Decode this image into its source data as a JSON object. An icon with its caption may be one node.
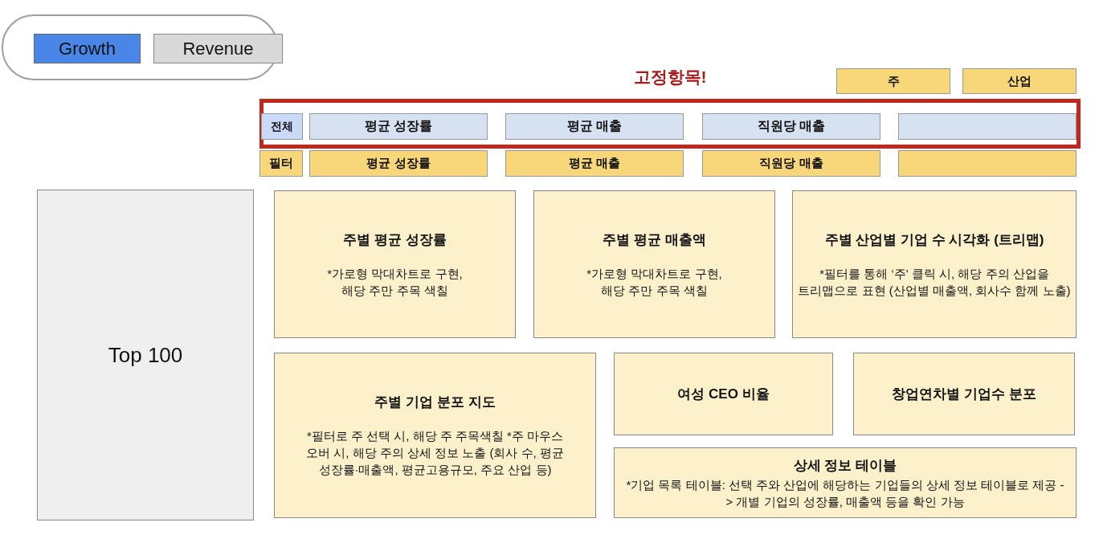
{
  "diagram": {
    "nodes": [
      {
        "text": [],
        "shape": "box"
      },
      {
        "text": [
          "Growth"
        ],
        "in": 0
      },
      {
        "text": [
          "Revenue"
        ],
        "in": 0
      },
      {
        "text": [
          "주"
        ]
      },
      {
        "text": [
          "산업"
        ]
      },
      {
        "text": [
          "고정항목!"
        ]
      },
      {
        "text": [
          "전체"
        ],
        "in": 5
      },
      {
        "text": [
          "평균 성장률"
        ],
        "in": 5
      },
      {
        "text": [
          "평균 매출"
        ],
        "in": 5
      },
      {
        "text": [
          "직원당 매출"
        ],
        "in": 5
      },
      {
        "text": [],
        "shape": "box",
        "in": 5
      },
      {
        "text": [
          "필터"
        ]
      },
      {
        "text": [
          "평균 성장률"
        ]
      },
      {
        "text": [
          "평균 매출"
        ]
      },
      {
        "text": [
          "직원당 매출"
        ]
      },
      {
        "text": [],
        "shape": "box"
      },
      {
        "text": [
          "Top 100"
        ]
      },
      {
        "text": [
          "주별 평균 성장률",
          "*가로형 막대차트로 구현, 해당 주만 주목 색칠"
        ]
      },
      {
        "text": [
          "주별 평균 매출액",
          "*가로형 막대차트로 구현, 해당 주만 주목 색칠"
        ]
      },
      {
        "text": [
          "주별 산업별 기업 수 시각화 (트리맵)",
          "*필터를 통해 ‘주' 클릭 시, 해당 주의 산업을 트리맵으로 표현 (산업별 매출액, 회사수 함께 노출)"
        ]
      },
      {
        "text": [
          "주별 기업 분포 지도",
          "*필터로 주 선택 시, 해당 주 주목색칠 *주 마우스 오버 시, 해당 주의 상세 정보 노출 (회사 수, 평균 성장률·매출액, 평균고용규모, 주요 산업 등)"
        ]
      },
      {
        "text": [
          "여성 CEO 비율"
        ]
      },
      {
        "text": [
          "창업연차별 기업수 분포"
        ]
      },
      {
        "text": [
          "상세 정보 테이블",
          "*기업 목록 테이블: 선택 주와 산업에 해당하는 기업들의 상세 정보 테이블로 제공 -> 개별 기업의 성장률, 매출액 등을 확인 가능"
        ]
      }
    ]
  }
}
